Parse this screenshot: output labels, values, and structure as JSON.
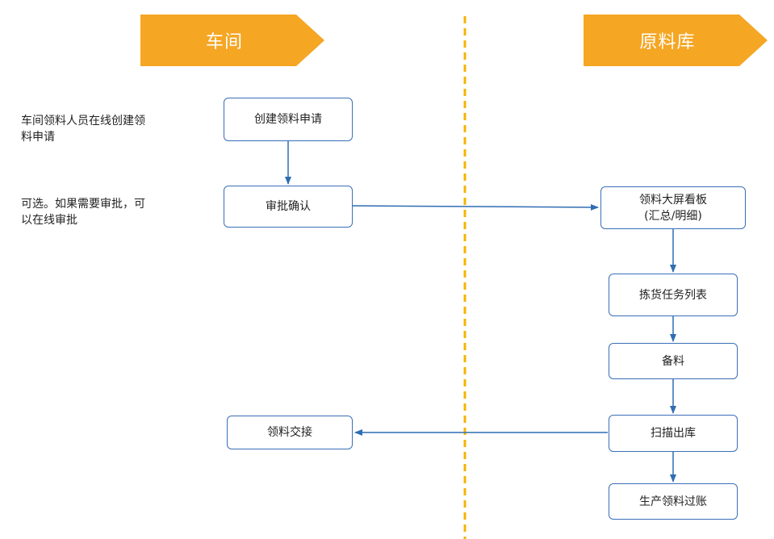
{
  "lanes": {
    "workshop": "车间",
    "warehouse": "原料库"
  },
  "notes": {
    "create": "车间领料人员在线创建领\n料申请",
    "approve": "可选。如果需要审批，可\n以在线审批"
  },
  "nodes": {
    "create_request": "创建领料申请",
    "approve_confirm": "审批确认",
    "dashboard": "领料大屏看板\n(汇总/明细)",
    "picking_tasks": "拣货任务列表",
    "prepare": "备料",
    "scan_out": "扫描出库",
    "posting": "生产领料过账",
    "handover": "领料交接"
  },
  "colors": {
    "header": "#f5a623",
    "divider": "#f5b400",
    "node_border": "#3a6fb8",
    "arrow": "#2f6db3"
  }
}
